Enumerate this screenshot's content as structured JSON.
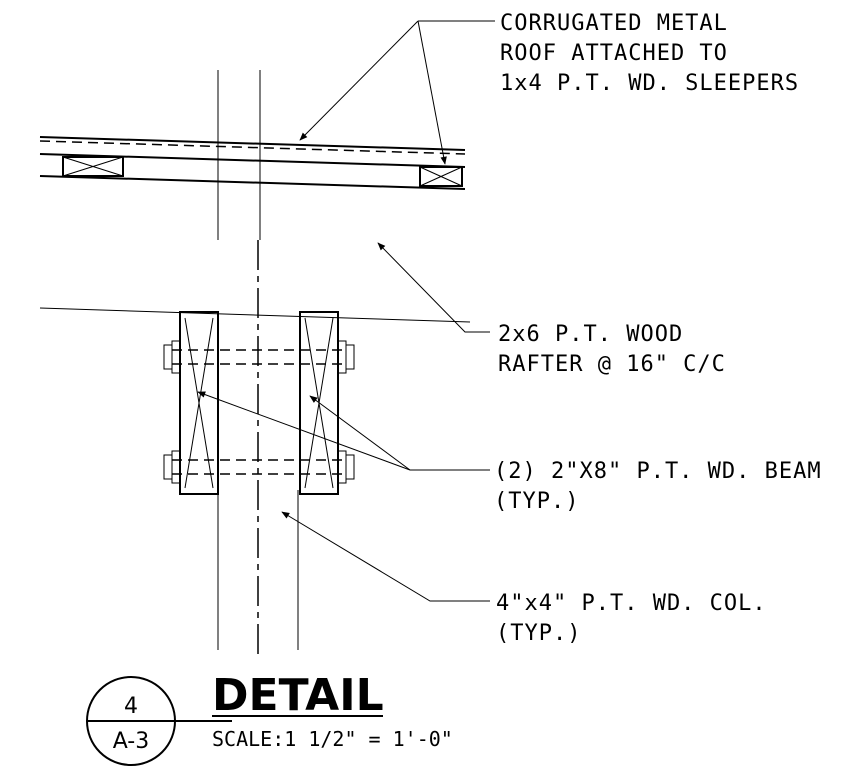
{
  "notes": {
    "roof": [
      "CORRUGATED METAL",
      "ROOF ATTACHED TO",
      "1x4 P.T. WD. SLEEPERS"
    ],
    "rafter": [
      "2x6 P.T. WOOD",
      "RAFTER @ 16\" C/C"
    ],
    "beam": [
      "(2) 2\"X8\" P.T. WD. BEAM",
      "(TYP.)"
    ],
    "column": [
      "4\"x4\" P.T. WD. COL.",
      "(TYP.)"
    ]
  },
  "title_block": {
    "detail_number": "4",
    "sheet": "A-3",
    "title": "DETAIL",
    "scale": "SCALE:1 1/2\" = 1'-0\""
  }
}
